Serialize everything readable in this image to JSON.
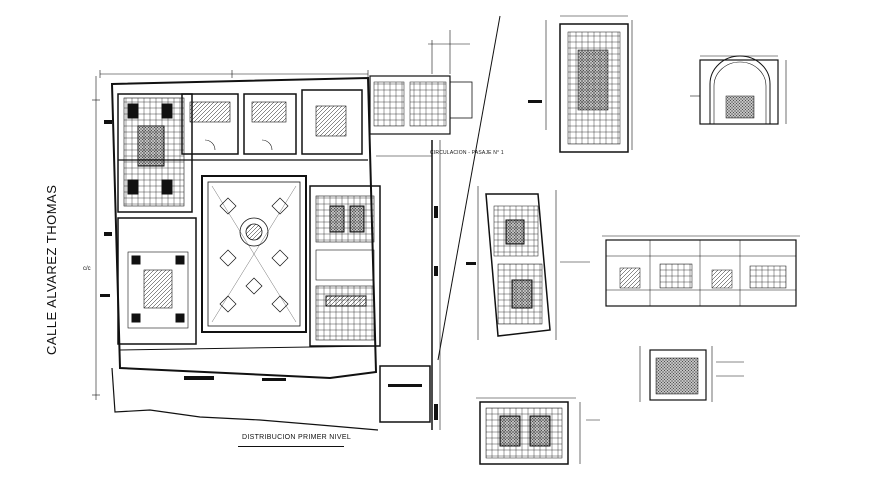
{
  "drawing": {
    "street_label": "CALLE ALVAREZ THOMAS",
    "street_sub": "c/c",
    "plan_title": "DISTRIBUCION  PRIMER NIVEL",
    "passage_label": "CIRCULACION - PASAJE N° 1",
    "line_color": "#111111",
    "background_color": "#ffffff"
  }
}
